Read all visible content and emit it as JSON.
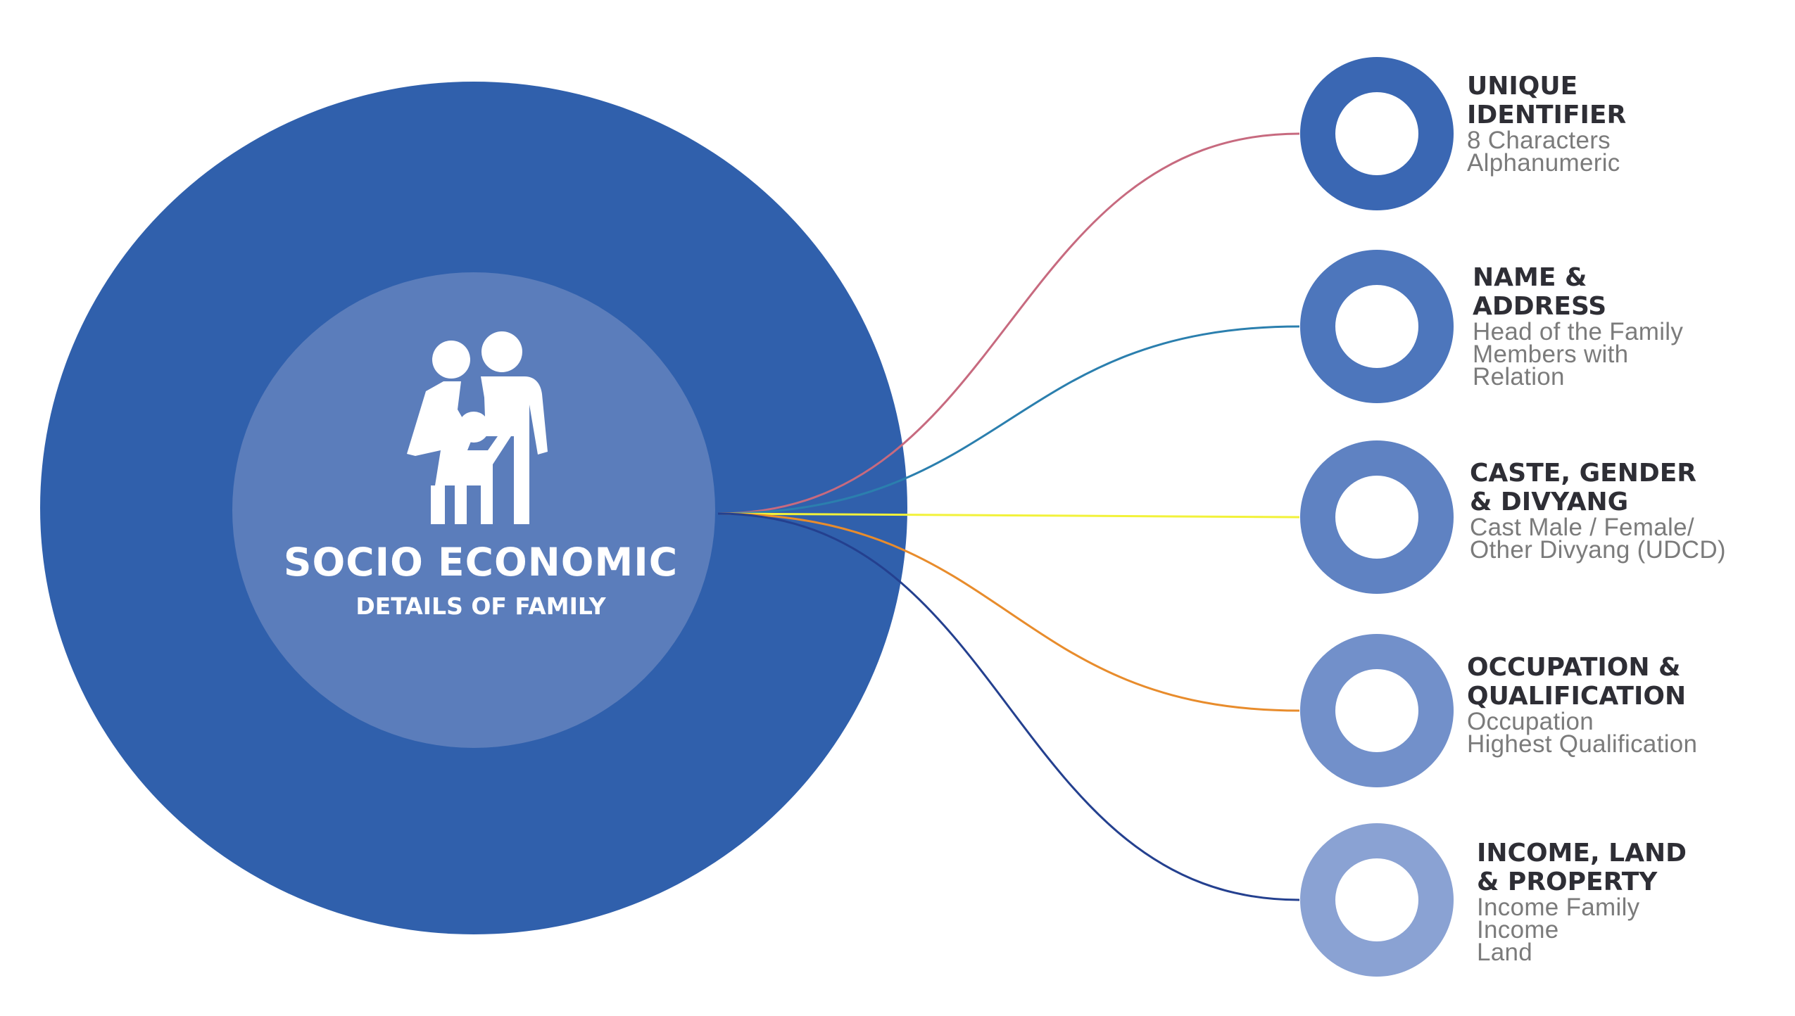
{
  "main": {
    "title": "SOCIO ECONOMIC",
    "subtitle": "DETAILS OF FAMILY",
    "icon": "family-icon",
    "outer_color": "#3060ac",
    "inner_color": "#5b7dbb"
  },
  "nodes": [
    {
      "title": "UNIQUE\nIDENTIFIER",
      "description": "8 Characters\nAlphanumeric",
      "ring_color": "#3a67b3",
      "line_color": "#c76a7f"
    },
    {
      "title": "NAME &\nADDRESS",
      "description": "Head of the Family\nMembers with\nRelation",
      "ring_color": "#4d76bc",
      "line_color": "#2b7fae"
    },
    {
      "title": "CASTE, GENDER\n& DIVYANG",
      "description": "Cast  Male / Female/\nOther Divyang (UDCD)",
      "ring_color": "#5f82c2",
      "line_color": "#f2f23a"
    },
    {
      "title": "OCCUPATION &\nQUALIFICATION",
      "description": "Occupation\nHighest Qualification",
      "ring_color": "#7290ca",
      "line_color": "#e88c2c"
    },
    {
      "title": "INCOME, LAND\n& PROPERTY",
      "description": "Income Family\nIncome\nLand",
      "ring_color": "#8aa2d3",
      "line_color": "#24408f"
    }
  ]
}
